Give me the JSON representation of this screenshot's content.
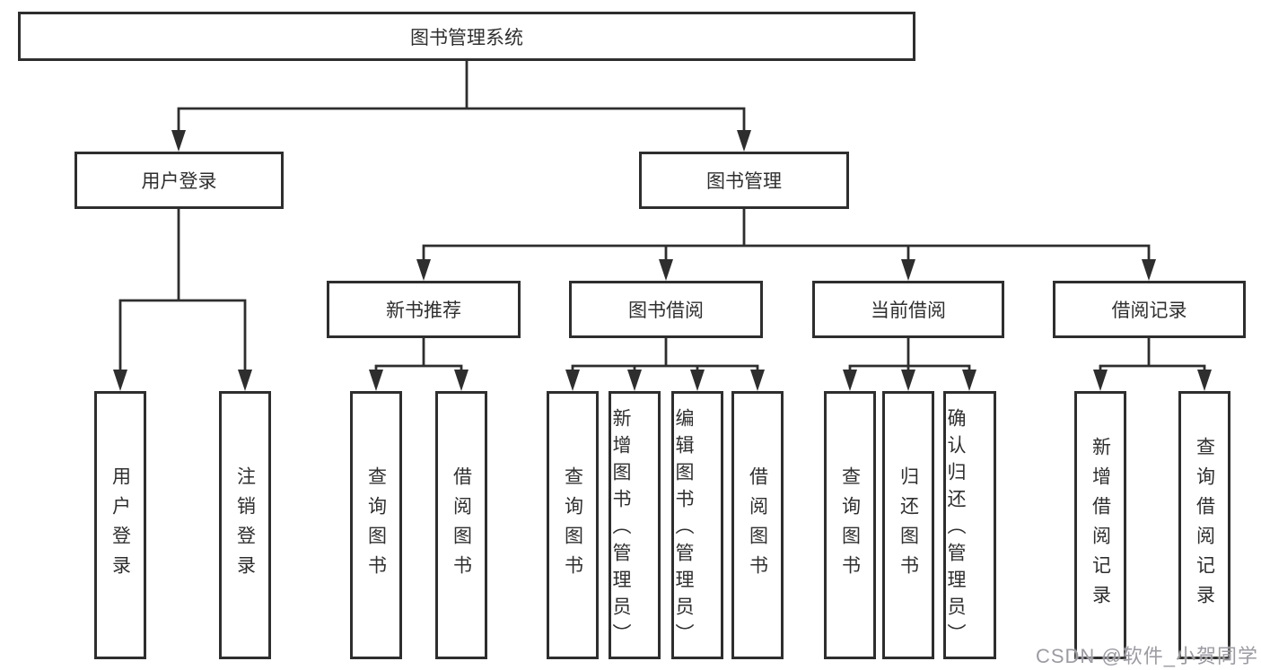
{
  "tree": {
    "root": "图书管理系统",
    "branches": [
      {
        "label": "用户登录",
        "children": [
          "用户登录",
          "注销登录"
        ]
      },
      {
        "label": "图书管理",
        "groups": [
          {
            "label": "新书推荐",
            "children": [
              "查询图书",
              "借阅图书"
            ]
          },
          {
            "label": "图书借阅",
            "children": [
              "查询图书",
              "新增图书（管理员）",
              "编辑图书（管理员）",
              "借阅图书"
            ]
          },
          {
            "label": "当前借阅",
            "children": [
              "查询图书",
              "归还图书",
              "确认归还（管理员）"
            ]
          },
          {
            "label": "借阅记录",
            "children": [
              "新增借阅记录",
              "查询借阅记录"
            ]
          }
        ]
      }
    ]
  },
  "watermark": {
    "text": "CSDN @软件_小贺同学"
  },
  "colors": {
    "line": "#2e2e2e",
    "box_border": "#2e2e2e",
    "text": "#2f2f2f",
    "box_background": "#ffffff",
    "page_background": "#ffffff",
    "watermark": "#9b9ba3"
  }
}
